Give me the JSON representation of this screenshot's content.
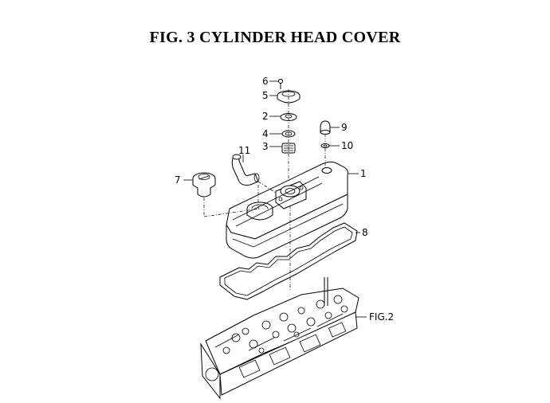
{
  "figure": {
    "title": "FIG.  3  CYLINDER HEAD COVER"
  },
  "callouts": [
    {
      "id": "6",
      "label": "6"
    },
    {
      "id": "5",
      "label": "5"
    },
    {
      "id": "2",
      "label": "2"
    },
    {
      "id": "4",
      "label": "4"
    },
    {
      "id": "3",
      "label": "3"
    },
    {
      "id": "9",
      "label": "9"
    },
    {
      "id": "10",
      "label": "10"
    },
    {
      "id": "11",
      "label": "11"
    },
    {
      "id": "1",
      "label": "1"
    },
    {
      "id": "7",
      "label": "7"
    },
    {
      "id": "8",
      "label": "8"
    },
    {
      "id": "fig2",
      "label": "FIG.2"
    }
  ]
}
